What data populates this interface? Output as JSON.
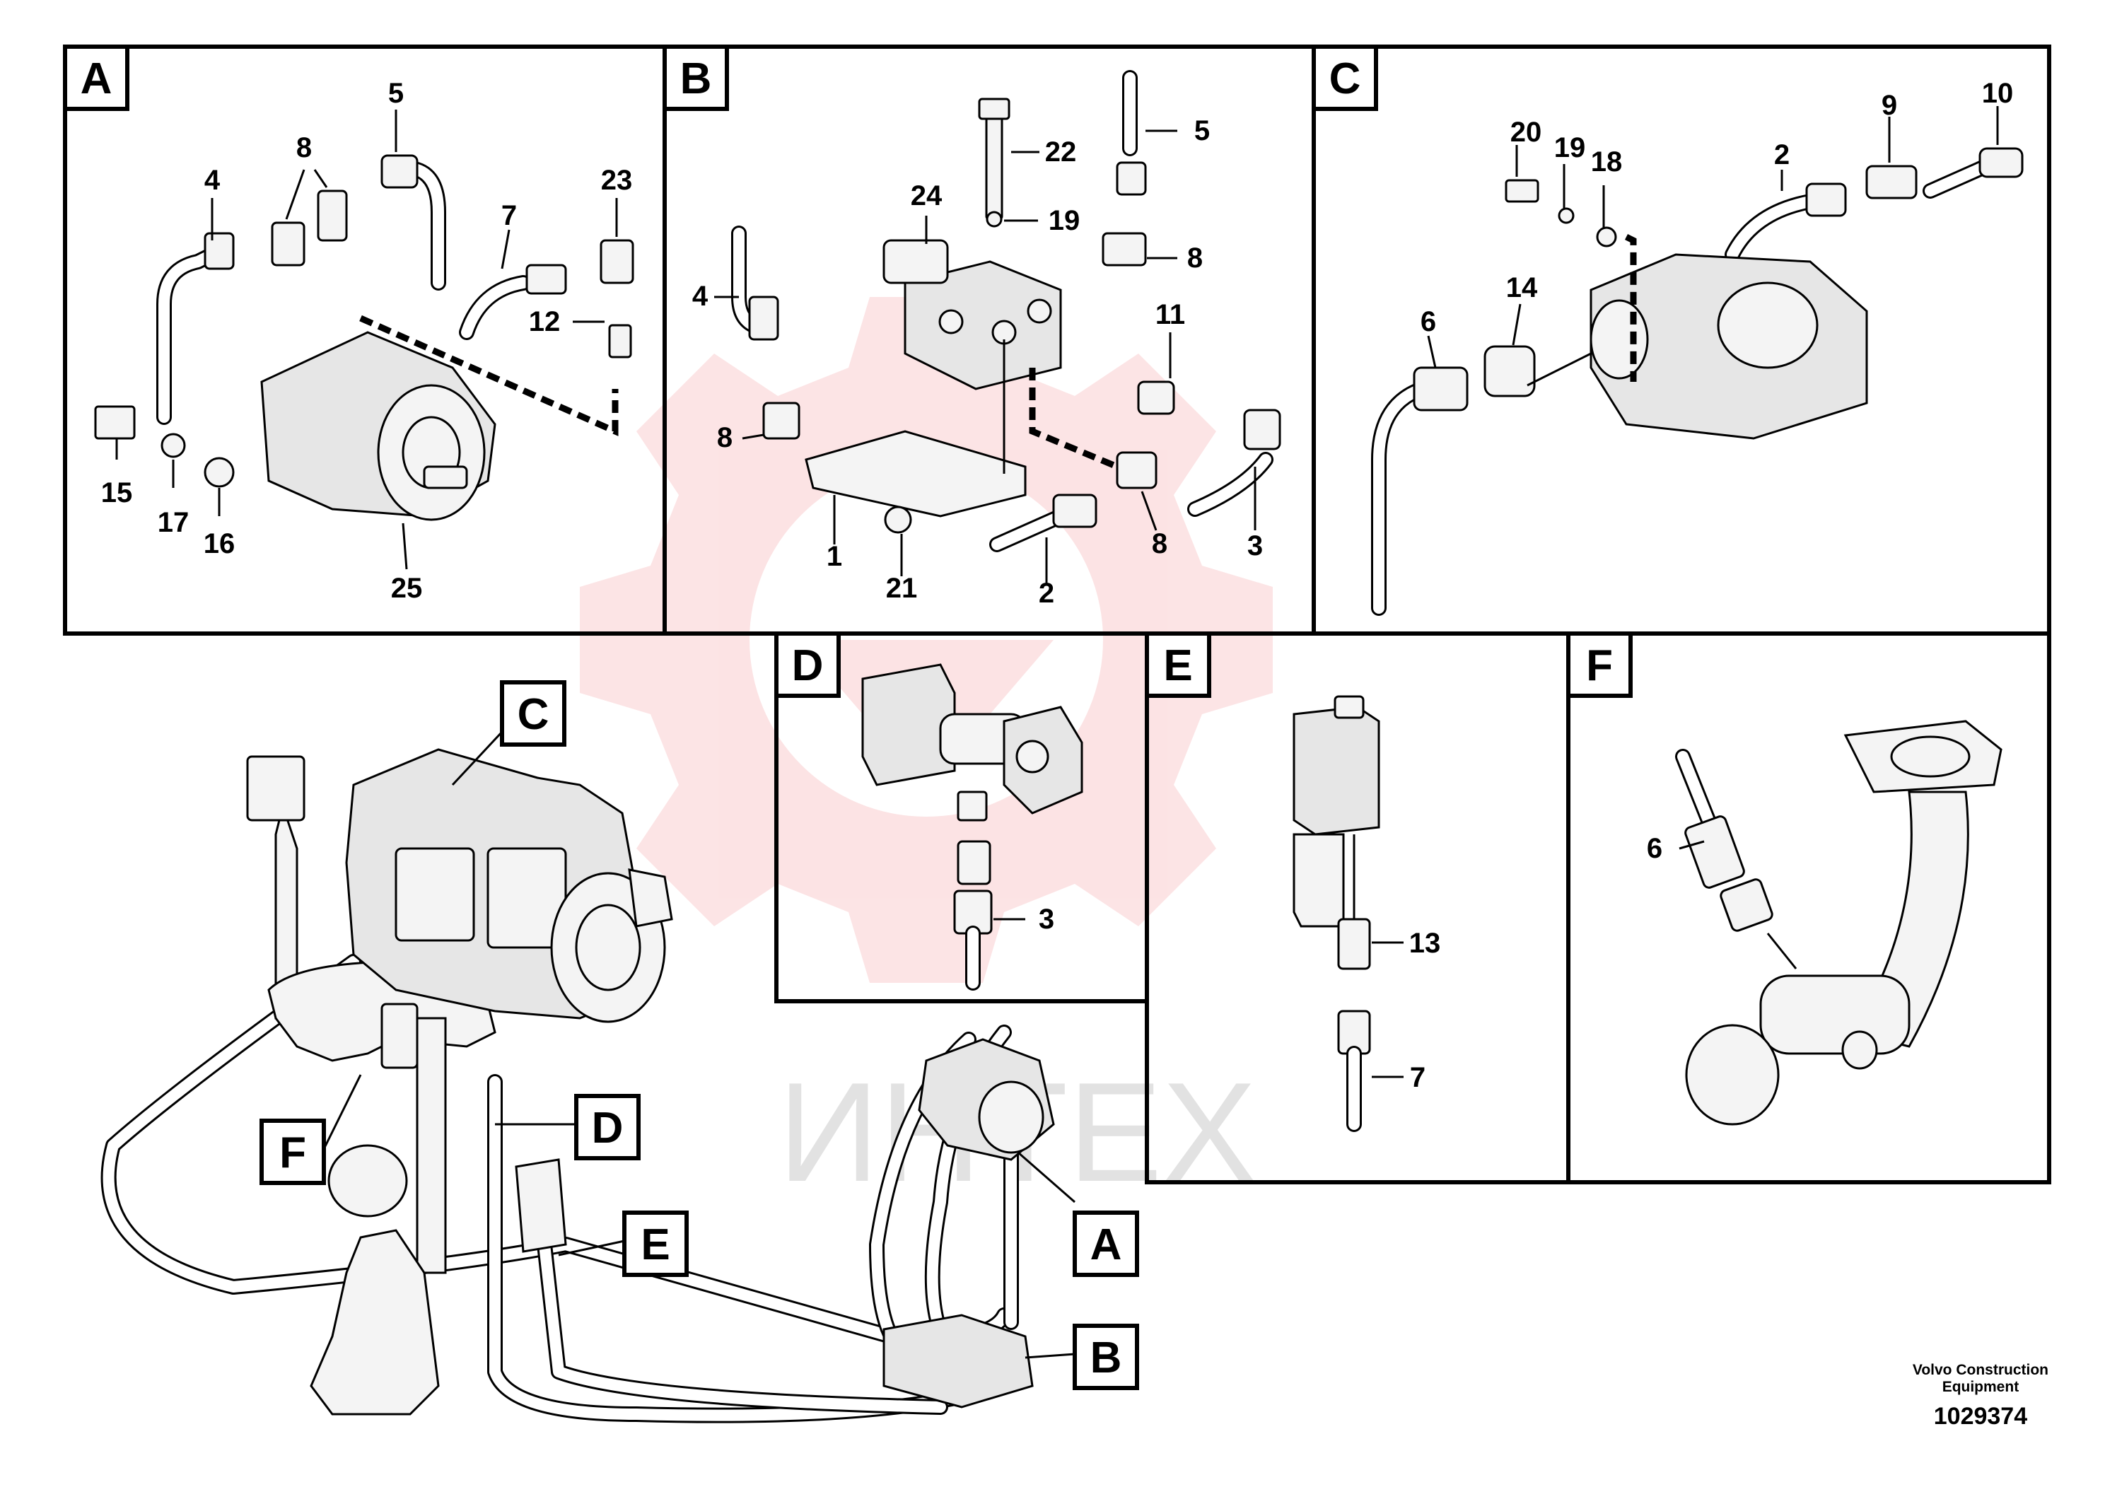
{
  "panels": {
    "A": {
      "letter": "A",
      "labels": [
        "4",
        "5",
        "8",
        "7",
        "23",
        "12",
        "15",
        "17",
        "16",
        "25"
      ]
    },
    "B": {
      "letter": "B",
      "labels": [
        "22",
        "24",
        "19",
        "5",
        "8",
        "4",
        "11",
        "8",
        "1",
        "21",
        "2",
        "8",
        "3"
      ]
    },
    "C": {
      "letter": "C",
      "labels": [
        "20",
        "19",
        "18",
        "2",
        "9",
        "10",
        "6",
        "14"
      ]
    },
    "D": {
      "letter": "D",
      "labels": [
        "3"
      ]
    },
    "E": {
      "letter": "E",
      "labels": [
        "13",
        "7"
      ]
    },
    "F": {
      "letter": "F",
      "labels": [
        "6"
      ]
    }
  },
  "overview_callouts": [
    "C",
    "F",
    "D",
    "E",
    "A",
    "B"
  ],
  "watermark_text": "ИНТЕХ",
  "footer": {
    "brand_line1": "Volvo Construction",
    "brand_line2": "Equipment",
    "doc_number": "1029374"
  },
  "colors": {
    "ink": "#000000",
    "watermark": "#e8202a"
  }
}
